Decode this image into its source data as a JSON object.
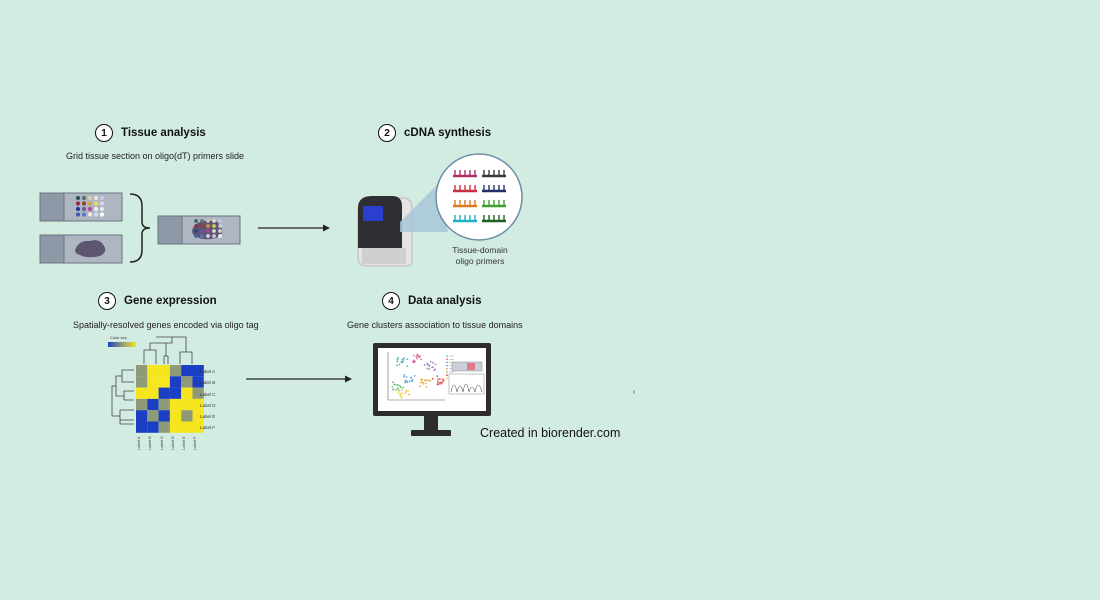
{
  "steps": [
    {
      "number": "1",
      "title": "Tissue analysis",
      "subtitle": "Grid tissue section on oligo(dT) primers slide"
    },
    {
      "number": "2",
      "title": "cDNA synthesis",
      "subtitle": ""
    },
    {
      "number": "3",
      "title": "Gene expression",
      "subtitle": "Spatially-resolved genes encoded via oligo tag"
    },
    {
      "number": "4",
      "title": "Data analysis",
      "subtitle": "Gene clusters association to tissue domains"
    }
  ],
  "primer_label": {
    "line1": "Tissue-domain",
    "line2": "oligo primers"
  },
  "heatmap": {
    "key_label": "Color key",
    "row_labels": [
      "Label A",
      "Label B",
      "Label C",
      "Label D",
      "Label E",
      "Label F"
    ],
    "col_labels": [
      "Label A",
      "Label B",
      "Label C",
      "Label D",
      "Label E",
      "Label F"
    ]
  },
  "credit": "Created in biorender.com",
  "colors": {
    "background": "#d3ece1",
    "heat_yellow": "#f5e61d",
    "heat_blue": "#1a3fc4",
    "heat_grey": "#8e9a78",
    "slide": "#aeb6c2"
  }
}
